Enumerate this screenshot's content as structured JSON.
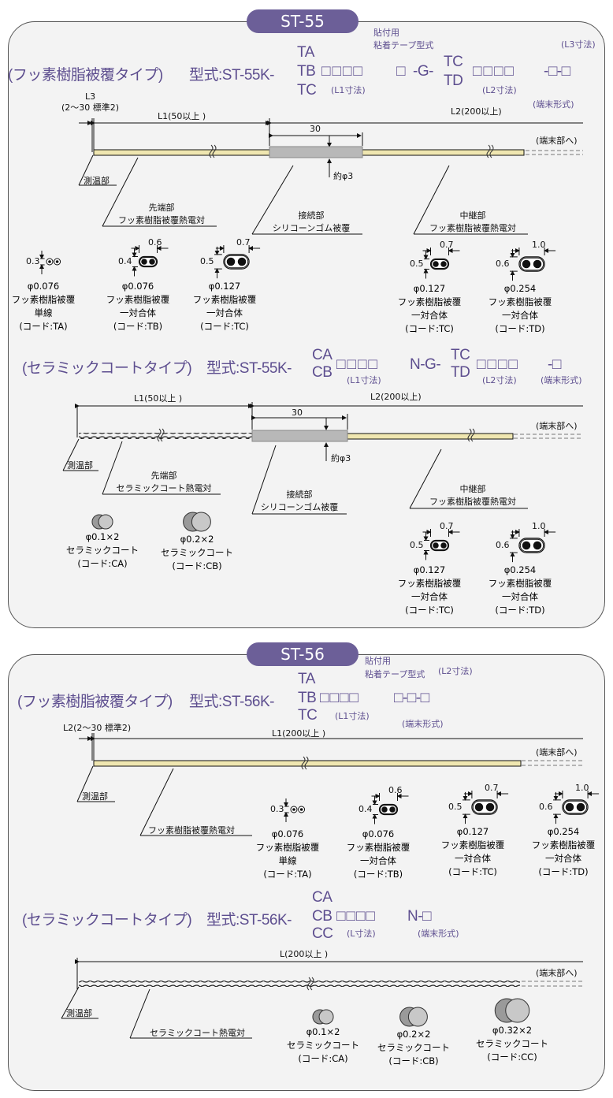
{
  "colors": {
    "accent": "#6c5f98",
    "cable": "#efe6b0",
    "connector": "#b8b8b8"
  },
  "st55": {
    "tab": "ST-55",
    "fluoro": {
      "title": "(フッ素樹脂被覆タイプ)",
      "model_prefix": "型式:ST-55K-",
      "codes": [
        "TA",
        "TB",
        "TC"
      ],
      "boxes": "□□□□",
      "tape_box": "□",
      "g": "-G-",
      "codes2": [
        "TC",
        "TD"
      ],
      "boxes2": "□□□□",
      "tail": "-□-□",
      "tape_note": [
        "貼付用",
        "粘着テープ型式"
      ],
      "l1_note": "(L1寸法)",
      "l2_note": "(L2寸法)",
      "l3_note": "(L3寸法)",
      "term_note": "(端末形式)",
      "l3": "L3",
      "l3_range": "(2〜30 標準2)",
      "l1": "L1(50以上 )",
      "l2": "L2(200以上)",
      "conn_len": "30",
      "conn_dia": "約φ3",
      "to_term": "(端末部へ)",
      "sensing": "測温部",
      "tip_label": [
        "先端部",
        "フッ素樹脂被覆熱電対"
      ],
      "conn_label": [
        "接続部",
        "シリコーンゴム被覆"
      ],
      "relay_label": [
        "中継部",
        "フッ素樹脂被覆熱電対"
      ],
      "sections": [
        {
          "w": "",
          "h": "0.3",
          "dia": "φ0.076",
          "desc": [
            "フッ素樹脂被覆",
            "単線"
          ],
          "code": "(コード:TA)"
        },
        {
          "w": "0.6",
          "h": "0.4",
          "dia": "φ0.076",
          "desc": [
            "フッ素樹脂被覆",
            "一対合体"
          ],
          "code": "(コード:TB)"
        },
        {
          "w": "0.7",
          "h": "0.5",
          "dia": "φ0.127",
          "desc": [
            "フッ素樹脂被覆",
            "一対合体"
          ],
          "code": "(コード:TC)"
        },
        {
          "w": "0.7",
          "h": "0.5",
          "dia": "φ0.127",
          "desc": [
            "フッ素樹脂被覆",
            "一対合体"
          ],
          "code": "(コード:TC)"
        },
        {
          "w": "1.0",
          "h": "0.6",
          "dia": "φ0.254",
          "desc": [
            "フッ素樹脂被覆",
            "一対合体"
          ],
          "code": "(コード:TD)"
        }
      ]
    },
    "ceramic": {
      "title": "(セラミックコートタイプ)",
      "model_prefix": "型式:ST-55K-",
      "codes": [
        "CA",
        "CB"
      ],
      "boxes": "□□□□",
      "n": "N-G-",
      "codes2": [
        "TC",
        "TD"
      ],
      "boxes2": "□□□□",
      "tail": "-□",
      "l1_note": "(L1寸法)",
      "l2_note": "(L2寸法)",
      "term_note": "(端末形式)",
      "l1": "L1(50以上 )",
      "l2": "L2(200以上)",
      "conn_len": "30",
      "conn_dia": "約φ3",
      "to_term": "(端末部へ)",
      "sensing": "測温部",
      "tip_label": [
        "先端部",
        "セラミックコート熱電対"
      ],
      "conn_label": [
        "接続部",
        "シリコーンゴム被覆"
      ],
      "relay_label": [
        "中継部",
        "フッ素樹脂被覆熱電対"
      ],
      "ceramic_sections": [
        {
          "dia": "φ0.1×2",
          "desc": "セラミックコート",
          "code": "(コード:CA)"
        },
        {
          "dia": "φ0.2×2",
          "desc": "セラミックコート",
          "code": "(コード:CB)"
        }
      ],
      "sections": [
        {
          "w": "0.7",
          "h": "0.5",
          "dia": "φ0.127",
          "desc": [
            "フッ素樹脂被覆",
            "一対合体"
          ],
          "code": "(コード:TC)"
        },
        {
          "w": "1.0",
          "h": "0.6",
          "dia": "φ0.254",
          "desc": [
            "フッ素樹脂被覆",
            "一対合体"
          ],
          "code": "(コード:TD)"
        }
      ]
    }
  },
  "st56": {
    "tab": "ST-56",
    "fluoro": {
      "title": "(フッ素樹脂被覆タイプ)",
      "model_prefix": "型式:ST-56K-",
      "codes": [
        "TA",
        "TB",
        "TC"
      ],
      "boxes": "□□□□",
      "tail": "□-□-□",
      "tape_note": [
        "貼付用",
        "粘着テープ型式"
      ],
      "l1_note": "(L1寸法)",
      "l2_note": "(L2寸法)",
      "term_note": "(端末形式)",
      "l2": "L2(2〜30 標準2)",
      "l1": "L1(200以上 )",
      "to_term": "(端末部へ)",
      "sensing": "測温部",
      "cable_label": "フッ素樹脂被覆熱電対",
      "sections": [
        {
          "w": "",
          "h": "0.3",
          "dia": "φ0.076",
          "desc": [
            "フッ素樹脂被覆",
            "単線"
          ],
          "code": "(コード:TA)"
        },
        {
          "w": "0.6",
          "h": "0.4",
          "dia": "φ0.076",
          "desc": [
            "フッ素樹脂被覆",
            "一対合体"
          ],
          "code": "(コード:TB)"
        },
        {
          "w": "0.7",
          "h": "0.5",
          "dia": "φ0.127",
          "desc": [
            "フッ素樹脂被覆",
            "一対合体"
          ],
          "code": "(コード:TC)"
        },
        {
          "w": "1.0",
          "h": "0.6",
          "dia": "φ0.254",
          "desc": [
            "フッ素樹脂被覆",
            "一対合体"
          ],
          "code": "(コード:TD)"
        }
      ]
    },
    "ceramic": {
      "title": "(セラミックコートタイプ)",
      "model_prefix": "型式:ST-56K-",
      "codes": [
        "CA",
        "CB",
        "CC"
      ],
      "boxes": "□□□□",
      "n": "N-□",
      "l_note": "(L寸法)",
      "term_note": "(端末形式)",
      "l": "L(200以上 )",
      "to_term": "(端末部へ)",
      "sensing": "測温部",
      "cable_label": "セラミックコート熱電対",
      "ceramic_sections": [
        {
          "dia": "φ0.1×2",
          "desc": "セラミックコート",
          "code": "(コード:CA)"
        },
        {
          "dia": "φ0.2×2",
          "desc": "セラミックコート",
          "code": "(コード:CB)"
        },
        {
          "dia": "φ0.32×2",
          "desc": "セラミックコート",
          "code": "(コード:CC)"
        }
      ]
    }
  }
}
